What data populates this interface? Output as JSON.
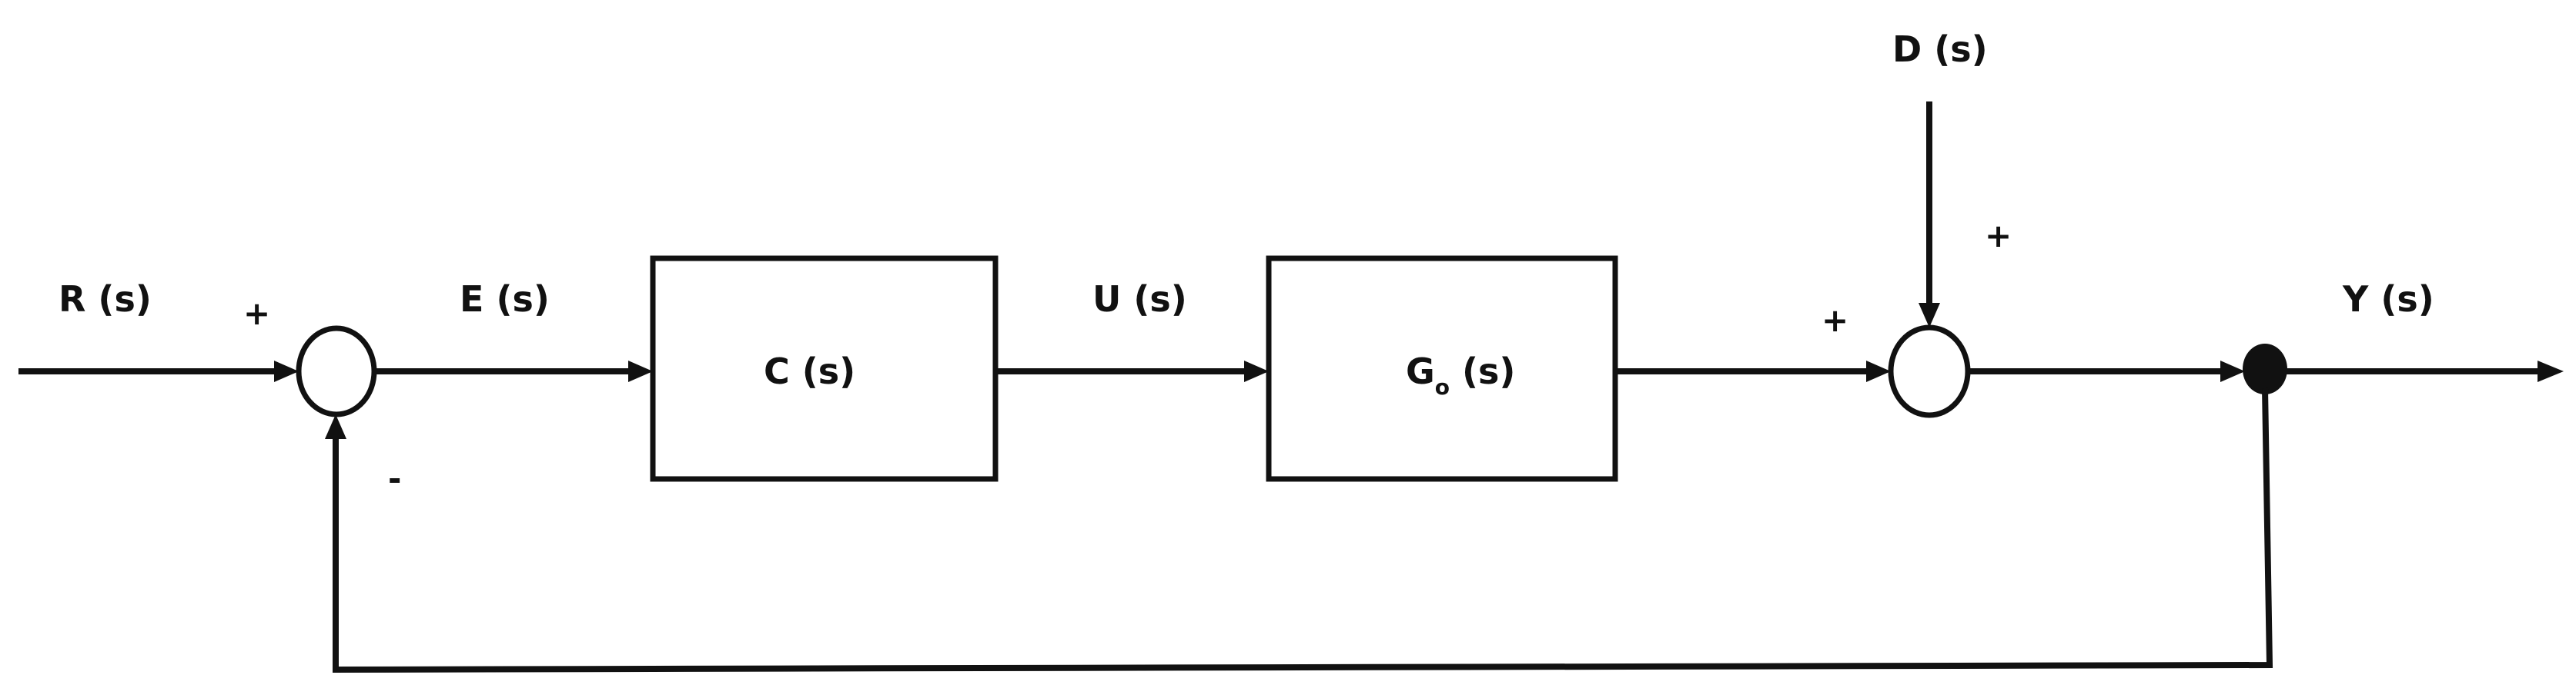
{
  "diagram": {
    "signals": {
      "reference": "R (s)",
      "error": "E (s)",
      "control": "U (s)",
      "disturbance": "D (s)",
      "output": "Y (s)"
    },
    "blocks": {
      "controller": "C (s)",
      "plant_main": "G",
      "plant_sub": "o",
      "plant_arg": " (s)"
    },
    "signs": {
      "sum1_reference": "+",
      "sum1_feedback": "-",
      "sum2_plant": "+",
      "sum2_disturbance": "+"
    }
  }
}
